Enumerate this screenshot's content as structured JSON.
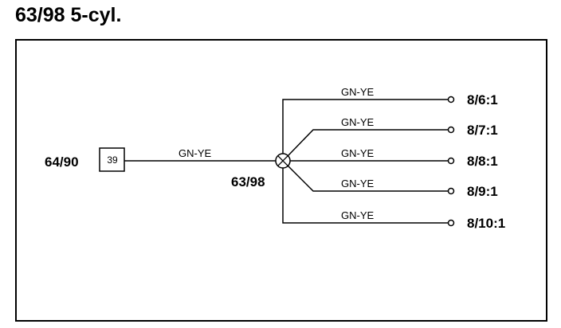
{
  "title": "63/98 5-cyl.",
  "source_component": {
    "label": "64/90",
    "pin": "39"
  },
  "main_wire": {
    "color_code": "GN-YE"
  },
  "splice": {
    "label": "63/98"
  },
  "branches": [
    {
      "wire_color": "GN-YE",
      "destination": "8/6:1"
    },
    {
      "wire_color": "GN-YE",
      "destination": "8/7:1"
    },
    {
      "wire_color": "GN-YE",
      "destination": "8/8:1"
    },
    {
      "wire_color": "GN-YE",
      "destination": "8/9:1"
    },
    {
      "wire_color": "GN-YE",
      "destination": "8/10:1"
    }
  ],
  "colors": {
    "line": "#000000",
    "background": "#ffffff"
  }
}
